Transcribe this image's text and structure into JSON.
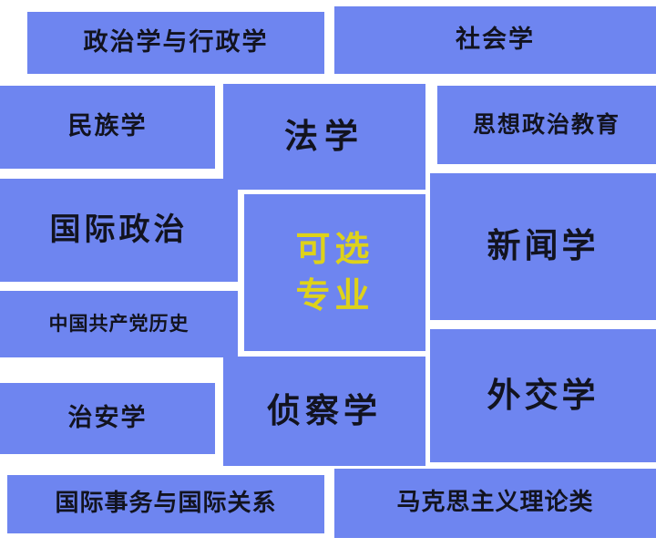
{
  "colors": {
    "tile": "#6e85f0",
    "text": "#12131f",
    "center_text": "#ded21a",
    "background": "#ffffff"
  },
  "center": {
    "line1": "可选",
    "line2": "专业"
  },
  "tiles": [
    {
      "label": "政治学与行政学"
    },
    {
      "label": "社会学"
    },
    {
      "label": "民族学"
    },
    {
      "label": "法学"
    },
    {
      "label": "思想政治教育"
    },
    {
      "label": "国际政治"
    },
    {
      "label": "新闻学"
    },
    {
      "label": "中国共产党历史"
    },
    {
      "label": "外交学"
    },
    {
      "label": "治安学"
    },
    {
      "label": "侦察学"
    },
    {
      "label": "国际事务与国际关系"
    },
    {
      "label": "马克思主义理论类"
    }
  ]
}
